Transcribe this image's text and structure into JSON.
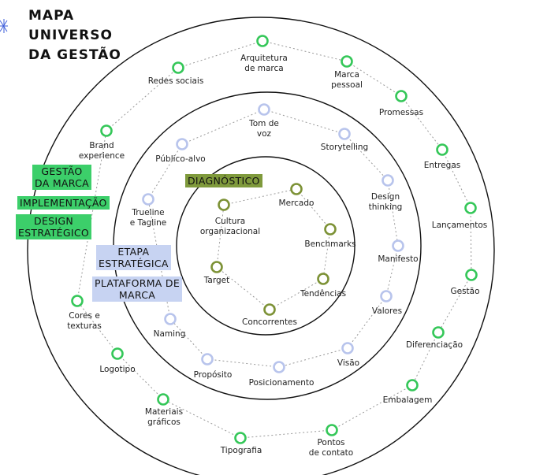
{
  "title": [
    "MAPA",
    "UNIVERSO",
    "DA GESTÃO"
  ],
  "colors": {
    "outer_node": "#35c759",
    "middle_node": "#b8c4ec",
    "inner_node": "#7d9236",
    "ring": "#111111",
    "link": "#999999",
    "tag_green": "#3ccf6a",
    "tag_blue": "#c7d3f2",
    "tag_olive": "#7f9a3c"
  },
  "tags": {
    "gestao_marca": [
      "GESTÃO",
      "DA MARCA"
    ],
    "implementacao": "IMPLEMENTAÇÃO",
    "design_estrategico": [
      "DESIGN",
      "ESTRATÉGICO"
    ],
    "etapa_estrategica": [
      "ETAPA",
      "ESTRATÉGICA"
    ],
    "plataforma_marca": [
      "PLATAFORMA DE",
      "MARCA"
    ],
    "diagnostico": "DIAGNÓSTICO"
  },
  "outer_nodes": [
    {
      "label": [
        "Arquitetura",
        "de marca"
      ]
    },
    {
      "label": [
        "Marca",
        "pessoal"
      ]
    },
    {
      "label": [
        "Promessas"
      ]
    },
    {
      "label": [
        "Entregas"
      ]
    },
    {
      "label": [
        "Lançamentos"
      ]
    },
    {
      "label": [
        "Gestão"
      ]
    },
    {
      "label": [
        "Diferenciação"
      ]
    },
    {
      "label": [
        "Embalagem"
      ]
    },
    {
      "label": [
        "Pontos",
        "de contato"
      ]
    },
    {
      "label": [
        "Tipografia"
      ]
    },
    {
      "label": [
        "Materiais",
        "gráficos"
      ]
    },
    {
      "label": [
        "Logotipo"
      ]
    },
    {
      "label": [
        "Cores e",
        "texturas"
      ]
    },
    {
      "label": [
        "Brand",
        "experience"
      ]
    },
    {
      "label": [
        "Redes sociais"
      ]
    }
  ],
  "middle_nodes": [
    {
      "label": [
        "Tom de",
        "voz"
      ]
    },
    {
      "label": [
        "Storytelling"
      ]
    },
    {
      "label": [
        "Design",
        "thinking"
      ]
    },
    {
      "label": [
        "Manifesto"
      ]
    },
    {
      "label": [
        "Valores"
      ]
    },
    {
      "label": [
        "Visão"
      ]
    },
    {
      "label": [
        "Posicionamento"
      ]
    },
    {
      "label": [
        "Propósito"
      ]
    },
    {
      "label": [
        "Naming"
      ]
    },
    {
      "label": [
        "Trueline",
        "e Tagline"
      ]
    },
    {
      "label": [
        "Público-alvo"
      ]
    }
  ],
  "inner_nodes": [
    {
      "label": [
        "Mercado"
      ]
    },
    {
      "label": [
        "Benchmarks"
      ]
    },
    {
      "label": [
        "Tendências"
      ]
    },
    {
      "label": [
        "Concorrentes"
      ]
    },
    {
      "label": [
        "Target"
      ]
    },
    {
      "label": [
        "Cultura",
        "organizacional"
      ]
    }
  ]
}
